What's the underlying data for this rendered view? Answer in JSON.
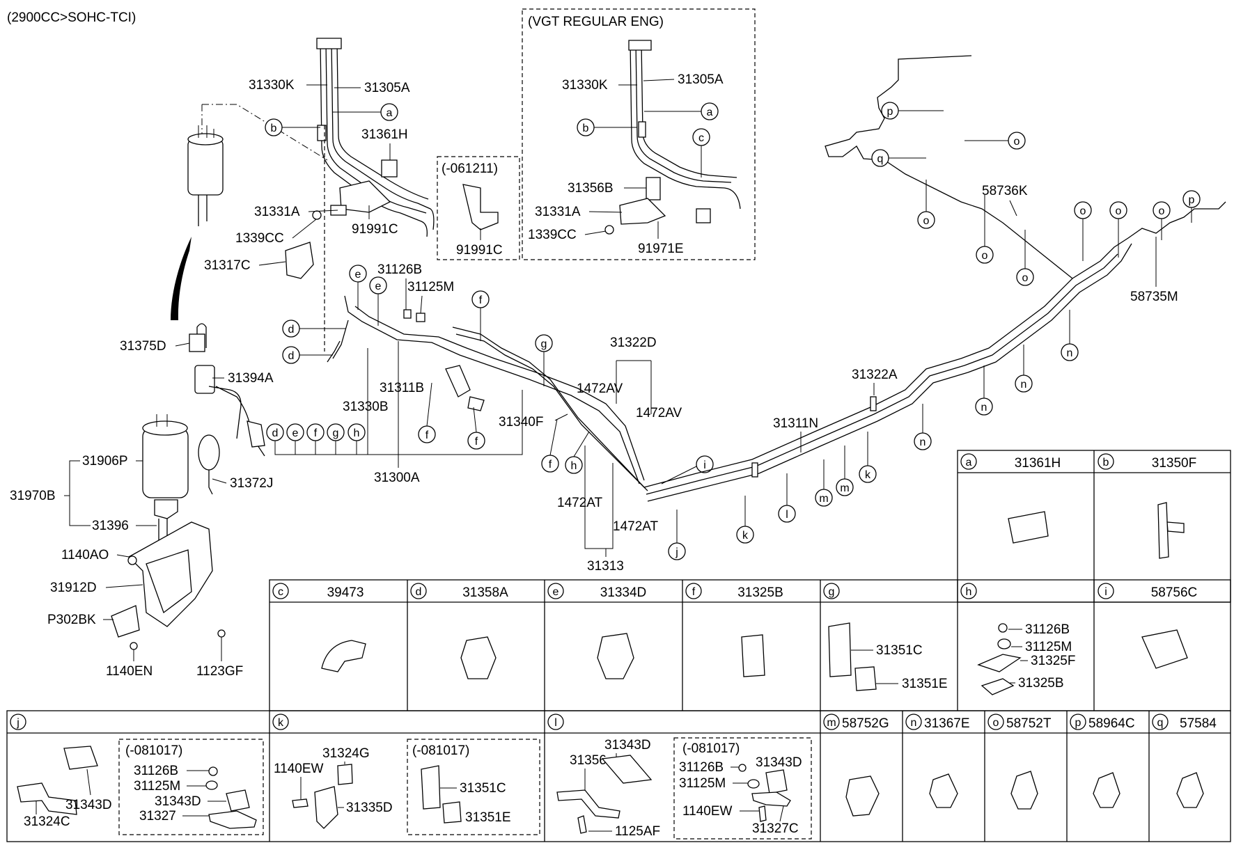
{
  "header": {
    "engine_spec": "(2900CC>SOHC-TCI)"
  },
  "vgt_box": {
    "title": "(VGT REGULAR ENG)"
  },
  "variant_box": {
    "title": "(-061211)"
  },
  "labels": {
    "l31330K": "31330K",
    "l31305A": "31305A",
    "l31361H": "31361H",
    "l31331A": "31331A",
    "l1339CC": "1339CC",
    "l91991C": "91991C",
    "l31317C": "31317C",
    "l91991C_b": "91991C",
    "v31330K": "31330K",
    "v31305A": "31305A",
    "v31356B": "31356B",
    "v31331A": "31331A",
    "v1339CC": "1339CC",
    "v91971E": "91971E",
    "l31126B": "31126B",
    "l31125M": "31125M",
    "l31311B": "31311B",
    "l31330B": "31330B",
    "l31340F": "31340F",
    "l1472AV_a": "1472AV",
    "l1472AV_b": "1472AV",
    "l31322D": "31322D",
    "l1472AT_a": "1472AT",
    "l1472AT_b": "1472AT",
    "l31313": "31313",
    "l31300A": "31300A",
    "l31311N": "31311N",
    "l31322A": "31322A",
    "l58736K": "58736K",
    "l58735M": "58735M",
    "l31375D": "31375D",
    "l31394A": "31394A",
    "l31906P": "31906P",
    "l31970B": "31970B",
    "l31372J": "31372J",
    "l31396": "31396",
    "l1140AO": "1140AO",
    "l31912D": "31912D",
    "lP302BK": "P302BK",
    "l1140EN": "1140EN",
    "l1123GF": "1123GF"
  },
  "circles": {
    "a": "a",
    "b": "b",
    "c": "c",
    "d": "d",
    "e": "e",
    "f": "f",
    "g": "g",
    "h": "h",
    "i": "i",
    "j": "j",
    "k": "k",
    "l": "l",
    "m": "m",
    "n": "n",
    "o": "o",
    "p": "p",
    "q": "q"
  },
  "legend_row1": [
    {
      "letter": "a",
      "part": "31361H"
    },
    {
      "letter": "b",
      "part": "31350F"
    }
  ],
  "legend_row2": [
    {
      "letter": "c",
      "part": "39473"
    },
    {
      "letter": "d",
      "part": "31358A"
    },
    {
      "letter": "e",
      "part": "31334D"
    },
    {
      "letter": "f",
      "part": "31325B"
    },
    {
      "letter": "g",
      "part": ""
    },
    {
      "letter": "h",
      "part": ""
    },
    {
      "letter": "i",
      "part": "58756C"
    }
  ],
  "legend_g": {
    "p1": "31351C",
    "p2": "31351E"
  },
  "legend_h": {
    "p1": "31126B",
    "p2": "31125M",
    "p3": "31325F",
    "p4": "31325B"
  },
  "legend_row3": [
    {
      "letter": "j",
      "part": ""
    },
    {
      "letter": "k",
      "part": ""
    },
    {
      "letter": "l",
      "part": ""
    },
    {
      "letter": "m",
      "part": "58752G"
    },
    {
      "letter": "n",
      "part": "31367E"
    },
    {
      "letter": "o",
      "part": "58752T"
    },
    {
      "letter": "p",
      "part": "58964C"
    },
    {
      "letter": "q",
      "part": "57584"
    }
  ],
  "legend_j": {
    "variant": "(-081017)",
    "p31324C": "31324C",
    "p31343D": "31343D",
    "p31126B": "31126B",
    "p31125M": "31125M",
    "p31343D_b": "31343D",
    "p31327": "31327"
  },
  "legend_k": {
    "variant": "(-081017)",
    "p1140EW": "1140EW",
    "p31324G": "31324G",
    "p31335D": "31335D",
    "p31351C": "31351C",
    "p31351E": "31351E"
  },
  "legend_l": {
    "variant": "(-081017)",
    "p31356": "31356",
    "p31343D": "31343D",
    "p1125AF": "1125AF",
    "p31126B": "31126B",
    "p31343D_b": "31343D",
    "p31125M": "31125M",
    "p1140EW": "1140EW",
    "p31327C": "31327C"
  }
}
